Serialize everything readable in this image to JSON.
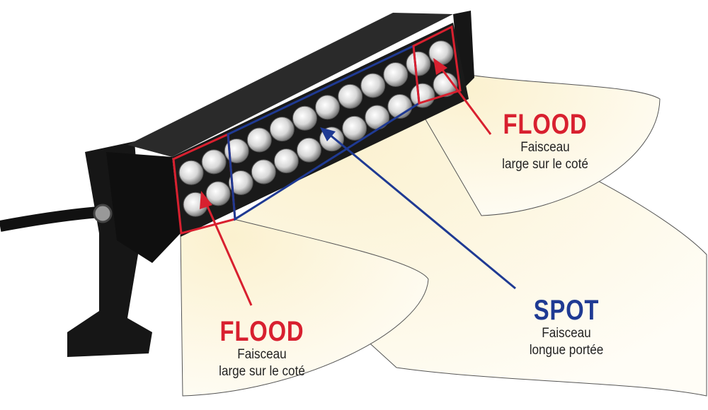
{
  "colors": {
    "flood": "#d8202f",
    "spot": "#1f3a93",
    "bar": "#1a1a1a",
    "beam": "#fdf8e6"
  },
  "labels": {
    "flood_right": {
      "title": "FLOOD",
      "line1": "Faisceau",
      "line2": "large sur le coté"
    },
    "spot": {
      "title": "SPOT",
      "line1": "Faisceau",
      "line2": "longue portée"
    },
    "flood_left": {
      "title": "FLOOD",
      "line1": "Faisceau",
      "line2": "large sur le coté"
    }
  }
}
